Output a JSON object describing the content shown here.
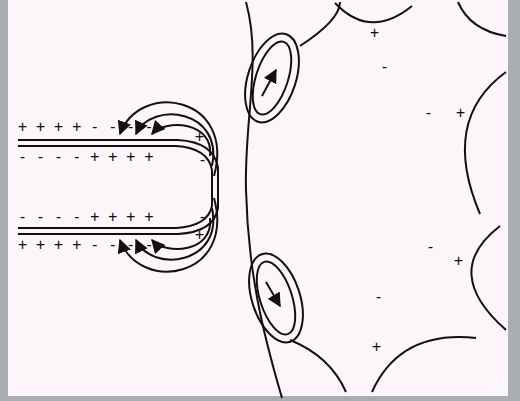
{
  "diagram": {
    "labels": [
      "+ + + + - - - -",
      "- - - - + + + +",
      "- - - - + + + +",
      "+ + + + - - - -",
      "+",
      "-",
      "+",
      "-",
      "+",
      "-",
      "+",
      "-",
      "+",
      "-",
      "-",
      "+"
    ]
  }
}
